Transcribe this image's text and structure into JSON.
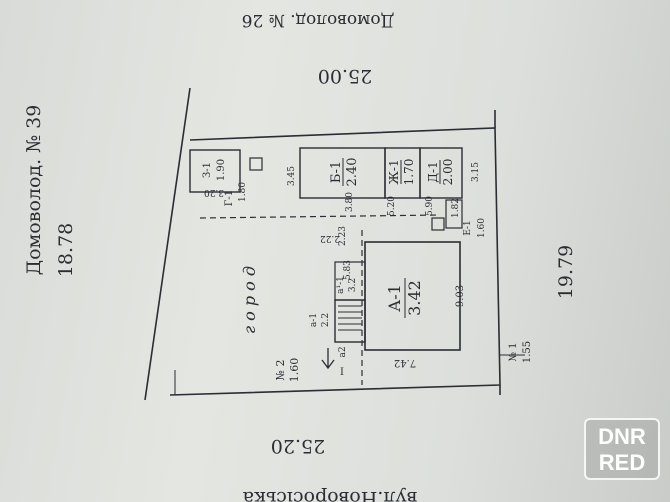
{
  "neighbors": {
    "top": "Домоволод. № 26",
    "left": "Домоволод. № 39"
  },
  "street": "вул.Новоросіська",
  "dimensions": {
    "top": "25.00",
    "bottom": "25.20",
    "left": "18.78",
    "right": "19.79"
  },
  "garden_label": "г о р о д",
  "buildings": {
    "main": {
      "name": "А-1",
      "value": "3.42"
    },
    "b1": {
      "name": "Б-1",
      "value": "2.40"
    },
    "zh1": {
      "name": "Ж-1",
      "value": "1.70"
    },
    "d1": {
      "name": "Д-1",
      "value": "2.00"
    },
    "z1": {
      "name": "З-1",
      "value": "1.90"
    },
    "a1": {
      "name": "а-1",
      "value": "2.2"
    },
    "a1b": {
      "name": "а¹-1",
      "value": "3.2"
    },
    "e1": {
      "name": "Е-1"
    },
    "g1": {
      "name": "Г-1"
    },
    "a2": {
      "name": "а2"
    }
  },
  "markers": {
    "n1": {
      "label": "№ 1",
      "value": "1.55"
    },
    "n2": {
      "label": "№ 2",
      "value": "1.60"
    }
  },
  "measurements": {
    "m_3_20": "3.20",
    "m_1_80": "1.80",
    "m_3_45": "3.45",
    "m_3_80": "3.80",
    "m_5_20": "5.20",
    "m_5_90": "5.90",
    "m_3_15": "3.15",
    "m_1_82": "1.82",
    "m_1_60": "1.60",
    "m_2_22": "2.22",
    "m_2_23": "2.23",
    "m_5_83": "5.83",
    "m_9_03": "9.03",
    "m_7_42": "7.42",
    "m_I": "I"
  },
  "watermark": {
    "line1": "DNR",
    "line2": "RED"
  },
  "colors": {
    "ink": "#2a2d33",
    "paper": "#e4e6e2",
    "background": "#cfd2ce"
  }
}
